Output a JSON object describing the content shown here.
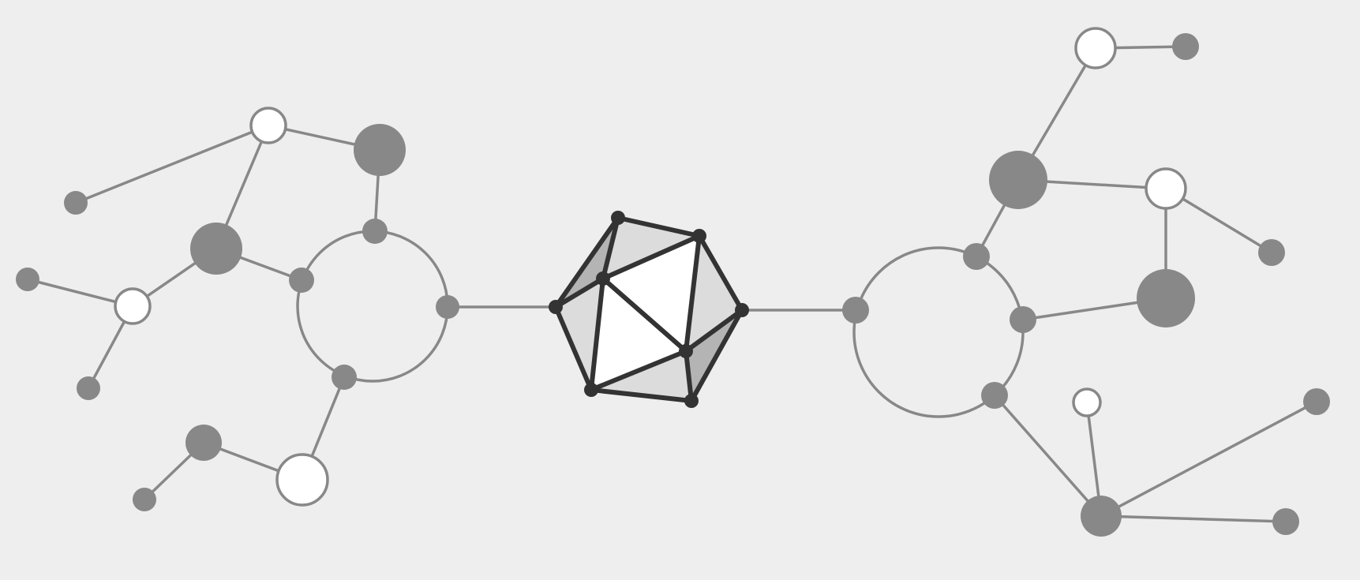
{
  "colors": {
    "background": "#eeeeee",
    "node_fill": "#888888",
    "link": "#888888",
    "hub_edge": "#333333",
    "hub_vertex": "#333333",
    "face_light": "#ffffff",
    "face_mid": "#dcdcdc",
    "face_dark": "#b4b4b4"
  },
  "diagram": {
    "type": "network-graph",
    "node_styles": [
      "filled-node",
      "hollow-node",
      "ring-cluster",
      "polyhedron-hub"
    ]
  }
}
